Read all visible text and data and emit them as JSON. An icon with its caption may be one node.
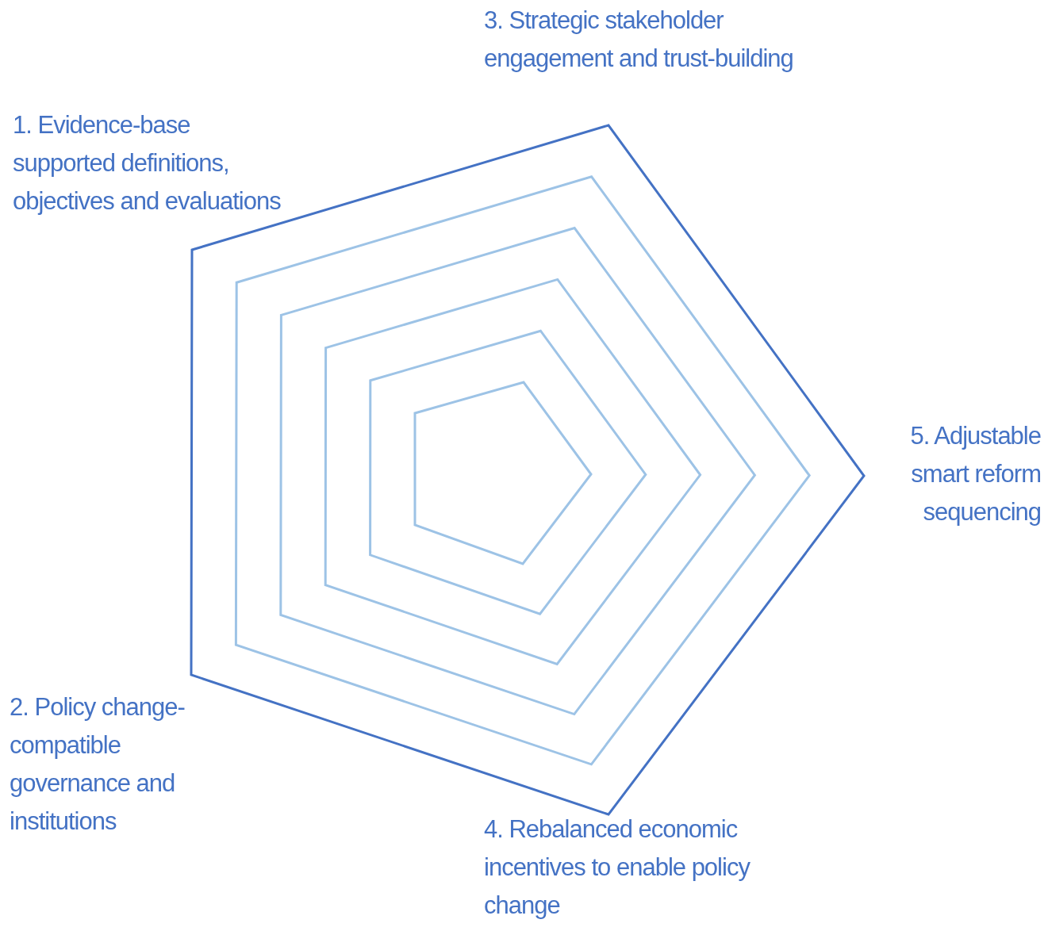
{
  "diagram": {
    "labels": [
      "3. Strategic stakeholder engagement and trust-building",
      "1. Evidence-base supported definitions, objectives and evaluations",
      "5. Adjustable smart reform sequencing",
      "2. Policy change-compatible governance and institutions",
      "4. Rebalanced economic incentives to enable policy change"
    ]
  }
}
